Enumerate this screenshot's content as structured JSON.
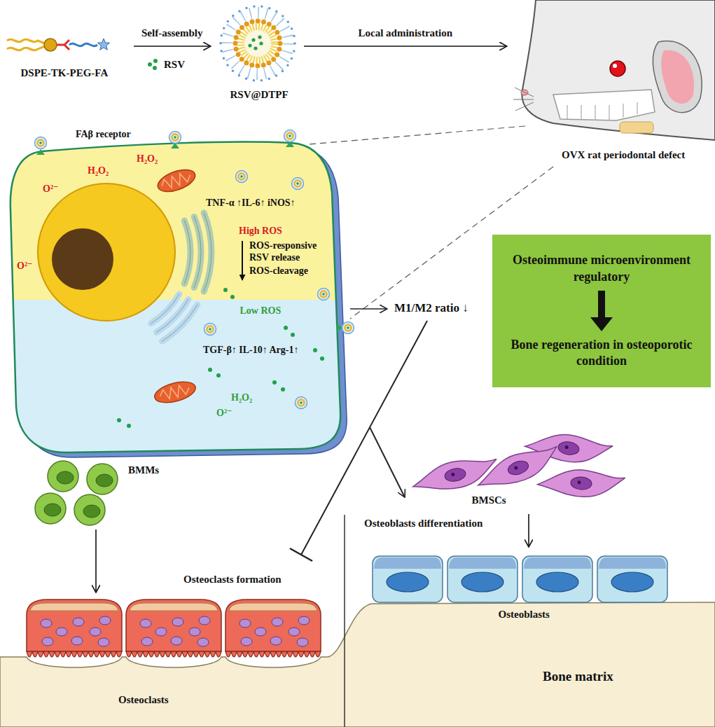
{
  "diagram": {
    "nodes": [
      {
        "text": [
          "DSPE-TK-PEG-FA"
        ]
      },
      {
        "text": [
          "RSV@DTPF"
        ]
      },
      {
        "text": [
          "OVX rat periodontal defect"
        ]
      },
      {
        "text": [
          "H₂O₂",
          "H₂O₂",
          "TNF-α ↑IL-6↑ iNOS↑",
          "O²⁻",
          "High ROS",
          "ROS-responsive RSV release",
          "ROS-cleavage",
          "O²⁻",
          "Low ROS",
          "TGF-β↑ IL-10↑ Arg-1↑",
          "H₂O₂",
          "O²⁻"
        ]
      },
      {
        "text": [
          "Osteoimmune microenvironment regulatory",
          "Bone regeneration in osteoporotic condition"
        ]
      },
      {
        "text": [
          "BMMs"
        ]
      },
      {
        "text": [
          "BMSCs"
        ]
      },
      {
        "text": [
          "Osteoclasts"
        ]
      },
      {
        "text": [
          "Osteoblasts"
        ]
      }
    ],
    "edges": [
      {
        "from": 0,
        "to": 1,
        "arrow": "to",
        "label": "Self-assembly"
      },
      {
        "from": 1,
        "to": 2,
        "arrow": "to",
        "label": "Local administration"
      },
      {
        "from": 5,
        "to": 7,
        "arrow": "to"
      },
      {
        "from": 6,
        "to": 8,
        "arrow": "to"
      }
    ],
    "labels": [
      "RSV",
      "FAβ receptor",
      "M1/M2 ratio ↓",
      "Osteoclasts formation",
      "Osteoblasts differentiation",
      "Bone matrix"
    ]
  }
}
